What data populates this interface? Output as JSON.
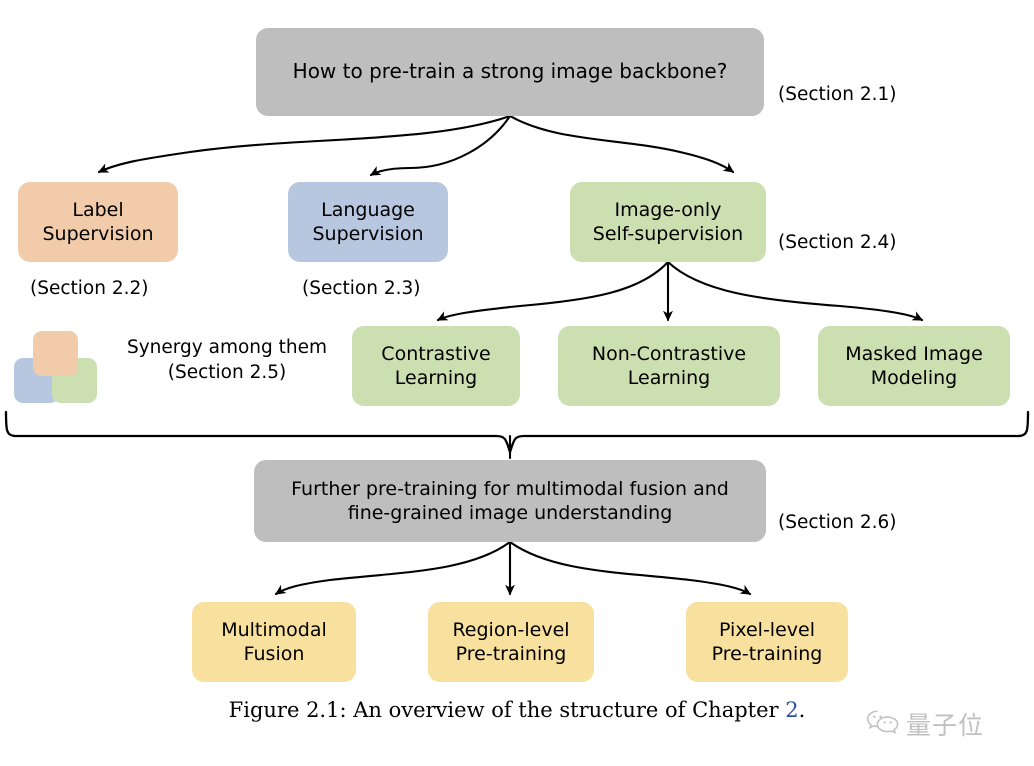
{
  "figure": {
    "caption_prefix": "Figure 2.1: An overview of the structure of Chapter ",
    "caption_link": "2",
    "caption_suffix": "."
  },
  "colors": {
    "gray": "#bebebe",
    "orange": "#f2cbaa",
    "blue": "#b8c7e0",
    "green": "#cbdfb0",
    "yellow": "#f8e09e",
    "stroke": "#000000",
    "link": "#2a4fa2",
    "watermark": "#8d8d8d"
  },
  "nodes": {
    "root": {
      "label": "How to pre-train a strong image backbone?",
      "section": "(Section 2.1)"
    },
    "label_supervision": {
      "label": "Label\nSupervision",
      "section": "(Section 2.2)"
    },
    "language_supervision": {
      "label": "Language\nSupervision",
      "section": "(Section 2.3)"
    },
    "image_only": {
      "label": "Image-only\nSelf-supervision",
      "section": "(Section 2.4)"
    },
    "contrastive": {
      "label": "Contrastive\nLearning"
    },
    "non_contrastive": {
      "label": "Non-Contrastive\nLearning"
    },
    "masked_image": {
      "label": "Masked Image\nModeling"
    },
    "synergy": {
      "label": "Synergy among them\n(Section 2.5)"
    },
    "further": {
      "label": "Further pre-training for multimodal fusion and\nfine-grained image understanding",
      "section": "(Section 2.6)"
    },
    "multimodal_fusion": {
      "label": "Multimodal\nFusion"
    },
    "region_level": {
      "label": "Region-level\nPre-training"
    },
    "pixel_level": {
      "label": "Pixel-level\nPre-training"
    }
  },
  "watermark": {
    "text": "量子位",
    "icon": "wechat-icon"
  },
  "chart_data": {
    "type": "diagram",
    "title": "An overview of the structure of Chapter 2",
    "nodes": [
      {
        "id": "root",
        "text": "How to pre-train a strong image backbone?",
        "section": "2.1",
        "color": "#bebebe",
        "level": 0
      },
      {
        "id": "label_supervision",
        "text": "Label Supervision",
        "section": "2.2",
        "color": "#f2cbaa",
        "level": 1
      },
      {
        "id": "language_supervision",
        "text": "Language Supervision",
        "section": "2.3",
        "color": "#b8c7e0",
        "level": 1
      },
      {
        "id": "image_only",
        "text": "Image-only Self-supervision",
        "section": "2.4",
        "color": "#cbdfb0",
        "level": 1
      },
      {
        "id": "contrastive",
        "text": "Contrastive Learning",
        "color": "#cbdfb0",
        "level": 2
      },
      {
        "id": "non_contrastive",
        "text": "Non-Contrastive Learning",
        "color": "#cbdfb0",
        "level": 2
      },
      {
        "id": "masked_image",
        "text": "Masked Image Modeling",
        "color": "#cbdfb0",
        "level": 2
      },
      {
        "id": "synergy",
        "text": "Synergy among them",
        "section": "2.5",
        "level": 2
      },
      {
        "id": "further",
        "text": "Further pre-training for multimodal fusion and fine-grained image understanding",
        "section": "2.6",
        "color": "#bebebe",
        "level": 3
      },
      {
        "id": "multimodal_fusion",
        "text": "Multimodal Fusion",
        "color": "#f8e09e",
        "level": 4
      },
      {
        "id": "region_level",
        "text": "Region-level Pre-training",
        "color": "#f8e09e",
        "level": 4
      },
      {
        "id": "pixel_level",
        "text": "Pixel-level Pre-training",
        "color": "#f8e09e",
        "level": 4
      }
    ],
    "edges": [
      {
        "from": "root",
        "to": "label_supervision"
      },
      {
        "from": "root",
        "to": "language_supervision"
      },
      {
        "from": "root",
        "to": "image_only"
      },
      {
        "from": "image_only",
        "to": "contrastive"
      },
      {
        "from": "image_only",
        "to": "non_contrastive"
      },
      {
        "from": "image_only",
        "to": "masked_image"
      },
      {
        "from": "level1and2-brace",
        "to": "further"
      },
      {
        "from": "further",
        "to": "multimodal_fusion"
      },
      {
        "from": "further",
        "to": "region_level"
      },
      {
        "from": "further",
        "to": "pixel_level"
      }
    ]
  }
}
